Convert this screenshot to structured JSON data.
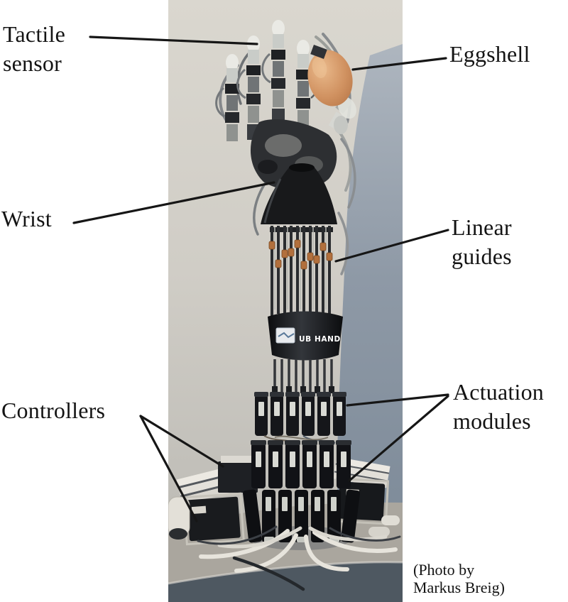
{
  "annotations": {
    "tactile_sensor": {
      "line1": "Tactile",
      "line2": "sensor"
    },
    "eggshell": {
      "line1": "Eggshell"
    },
    "wrist": {
      "line1": "Wrist"
    },
    "linear_guides": {
      "line1": "Linear",
      "line2": "guides"
    },
    "controllers": {
      "line1": "Controllers"
    },
    "actuation_modules": {
      "line1": "Actuation",
      "line2": "modules"
    }
  },
  "photo_credit": {
    "line1": "(Photo by",
    "line2": "Markus Breig)"
  },
  "photo": {
    "band_label": "UB HAND"
  },
  "colors": {
    "page_bg": "#ffffff",
    "label_text": "#141414",
    "leader_line": "#161616",
    "photo_bg_top": "#dad7cf",
    "photo_bg_bottom": "#b2b0aa",
    "photo_blue": "#8e99a6",
    "egg": "#d09160",
    "robot_black": "#15161a",
    "table_front": "#4e5861",
    "cable_white": "#e7e4dc",
    "band_text": "#ffffff"
  }
}
